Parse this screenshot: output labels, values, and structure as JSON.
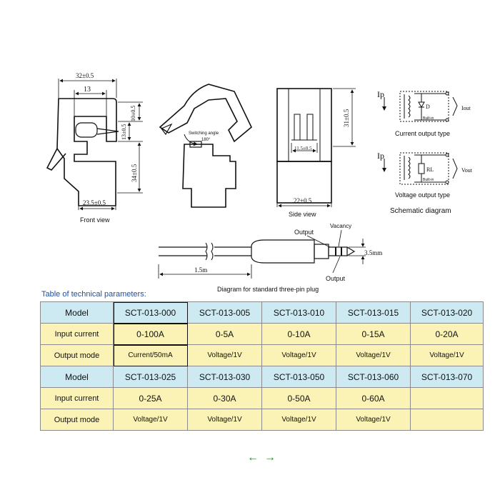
{
  "drawings": {
    "front_view": {
      "caption": "Front view",
      "dim_width": "32±0.5",
      "dim_inner": "13",
      "dim_top_h": "10±0.5",
      "dim_mid_h": "13±0.5",
      "dim_lower_h": "34±0.5",
      "dim_base": "23.5±0.5"
    },
    "open_view": {
      "switching_label": "Switching angle",
      "switching_value": "180°"
    },
    "side_view": {
      "caption": "Side view",
      "dim_height": "31±0.5",
      "dim_pins": "11.5±0.5",
      "dim_width": "22±0.5"
    },
    "schematic": {
      "caption": "Schematic diagram",
      "current": {
        "input": "Ip",
        "label": "Current output type",
        "out": "Iout",
        "component": "D",
        "builtin": "Built-in"
      },
      "voltage": {
        "input": "Ip",
        "label": "Voltage output type",
        "out": "Vout",
        "component": "RL",
        "builtin": "Built-in"
      }
    },
    "plug": {
      "caption": "Diagram for standard three-pin plug",
      "output_top": "Output",
      "vacancy": "Vacancy",
      "output_bottom": "Output",
      "diameter": "3.5mm",
      "length": "1.5m"
    }
  },
  "table": {
    "title": "Table of technical parameters:",
    "row_labels": {
      "model": "Model",
      "input": "Input current",
      "output": "Output mode"
    },
    "groups": [
      {
        "models": [
          "SCT-013-000",
          "SCT-013-005",
          "SCT-013-010",
          "SCT-013-015",
          "SCT-013-020"
        ],
        "inputs": [
          "0-100A",
          "0-5A",
          "0-10A",
          "0-15A",
          "0-20A"
        ],
        "outputs": [
          "Current/50mA",
          "Voltage/1V",
          "Voltage/1V",
          "Voltage/1V",
          "Voltage/1V"
        ]
      },
      {
        "models": [
          "SCT-013-025",
          "SCT-013-030",
          "SCT-013-050",
          "SCT-013-060",
          "SCT-013-070"
        ],
        "inputs": [
          "0-25A",
          "0-30A",
          "0-50A",
          "0-60A",
          ""
        ],
        "outputs": [
          "Voltage/1V",
          "Voltage/1V",
          "Voltage/1V",
          "Voltage/1V",
          ""
        ]
      }
    ]
  },
  "nav": {
    "prev_icon": "←",
    "next_icon": "→",
    "color": "#2f8a2f"
  }
}
